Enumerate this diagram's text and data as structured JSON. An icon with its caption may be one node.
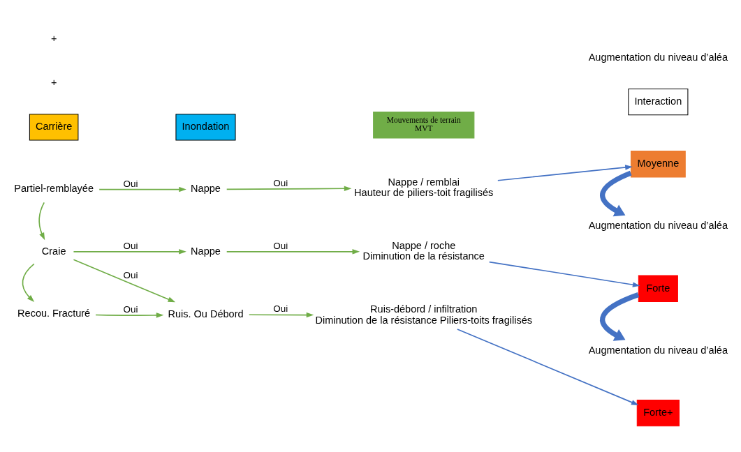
{
  "diagram": {
    "nodes": [
      {
        "text": [
          "Mouvements de terrain",
          "MVT"
        ]
      },
      {
        "text": [
          "Carrière"
        ]
      },
      {
        "text": [
          "Inondation"
        ]
      },
      {
        "text": [
          "Interaction"
        ]
      },
      {
        "text": [
          "Partiel-remblayée"
        ]
      },
      {
        "text": [
          "Nappe"
        ]
      },
      {
        "text": [
          "Nappe / remblai",
          "Hauteur de piliers-toit fragilisés"
        ]
      },
      {
        "text": [
          "Moyenne"
        ]
      },
      {
        "text": [
          "Augmentation du niveau d’aléa"
        ]
      },
      {
        "text": [
          "Craie"
        ]
      },
      {
        "text": [
          "Nappe"
        ]
      },
      {
        "text": [
          "Nappe / roche",
          "Diminution de la résistance"
        ]
      },
      {
        "text": [
          "Forte"
        ]
      },
      {
        "text": [
          "Augmentation du niveau d’aléa"
        ]
      },
      {
        "text": [
          "Recou. Fracturé"
        ]
      },
      {
        "text": [
          "Ruis. Ou Débord"
        ]
      },
      {
        "text": [
          "Ruis-débord / infiltration",
          "Diminution de la résistance Piliers-toits fragilisés"
        ]
      },
      {
        "text": [
          "Forte+"
        ]
      }
    ],
    "edges": [
      {
        "from": 4,
        "to": 5,
        "arrow": "to",
        "label": "Oui"
      },
      {
        "from": 5,
        "to": 6,
        "arrow": "to",
        "label": "Oui"
      },
      {
        "from": 6,
        "to": 7,
        "arrow": "to",
        "color": "#4472c4"
      },
      {
        "from": 7,
        "to": 8,
        "arrow": "to",
        "style": "thick",
        "color": "#4472c4"
      },
      {
        "from": 4,
        "to": 9,
        "arrow": "to"
      },
      {
        "from": 9,
        "to": 10,
        "arrow": "to",
        "label": "Oui"
      },
      {
        "from": 10,
        "to": 11,
        "arrow": "to",
        "label": "Oui"
      },
      {
        "from": 11,
        "to": 12,
        "arrow": "to",
        "color": "#4472c4"
      },
      {
        "from": 12,
        "to": 13,
        "arrow": "to",
        "style": "thick",
        "color": "#4472c4"
      },
      {
        "from": 9,
        "to": 14,
        "arrow": "to"
      },
      {
        "from": 9,
        "to": 15,
        "arrow": "to",
        "label": "Oui"
      },
      {
        "from": 14,
        "to": 15,
        "arrow": "to",
        "label": "Oui"
      },
      {
        "from": 15,
        "to": 16,
        "arrow": "to",
        "label": "Oui"
      },
      {
        "from": 16,
        "to": 17,
        "arrow": "to",
        "color": "#4472c4"
      }
    ],
    "labels": [
      "+",
      "+",
      "Augmentation du niveau d’aléa"
    ]
  }
}
